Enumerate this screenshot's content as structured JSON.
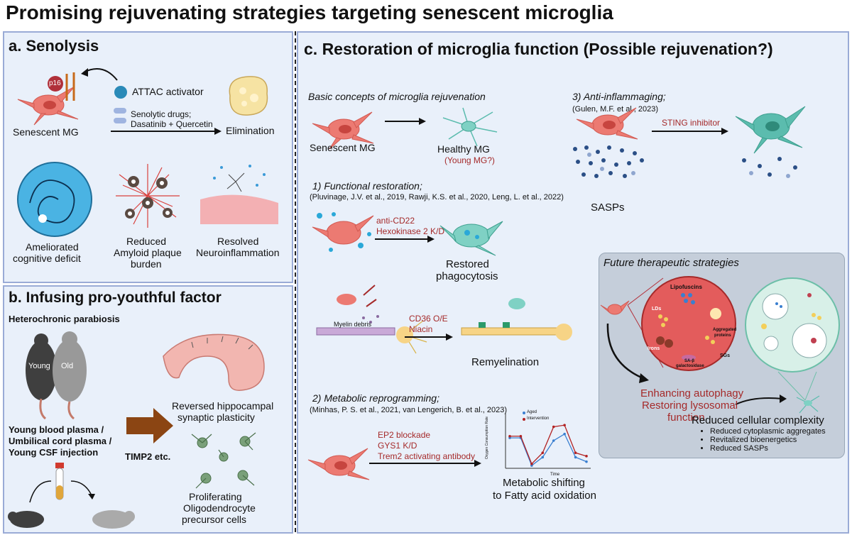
{
  "title": "Promising rejuvenating strategies targeting senescent microglia",
  "panel_a": {
    "title": "a. Senolysis",
    "p16": "p16",
    "attac": "ATTAC activator",
    "drugs_1": "Senolytic drugs;",
    "drugs_2": "Dasatinib + Quercetin",
    "senescent_mg": "Senescent MG",
    "elimination": "Elimination",
    "outcome_1": [
      "Ameliorated",
      "cognitive deficit"
    ],
    "outcome_2": [
      "Reduced",
      "Amyloid plaque",
      "burden"
    ],
    "outcome_3": [
      "Resolved",
      "Neuroinflammation"
    ]
  },
  "panel_b": {
    "title": "b. Infusing pro-youthful factor",
    "parabiosis": "Heterochronic parabiosis",
    "young": "Young",
    "old": "Old",
    "plasma": [
      "Young blood plasma /",
      "Umbilical cord plasma /",
      "Young CSF injection"
    ],
    "timp2": "TIMP2 etc.",
    "hippo": [
      "Reversed hippocampal",
      "synaptic plasticity"
    ],
    "opc": [
      "Proliferating",
      "Oligodendrocyte",
      "precursor cells"
    ]
  },
  "panel_c": {
    "title": "c. Restoration of microglia function (Possible rejuvenation?)",
    "basic": "Basic concepts of microglia rejuvenation",
    "senescent_mg": "Senescent MG",
    "healthy_mg": "Healthy MG",
    "young_mg": "(Young MG?)",
    "s1_title": "1) Functional restoration;",
    "s1_refs": "(Pluvinage, J.V. et al., 2019, Rawji, K.S. et al., 2020, Leng, L. et al., 2022)",
    "anti_cd22": "anti-CD22",
    "hexokinase": "Hexokinase 2 K/D",
    "restored": [
      "Restored",
      "phagocytosis"
    ],
    "myelin": "Myelin debris",
    "cd36": "CD36 O/E",
    "niacin": "Niacin",
    "remyelination": "Remyelination",
    "s2_title": "2) Metabolic reprogramming;",
    "s2_refs": "(Minhas, P. S. et al., 2021, van Lengerich, B. et al., 2023)",
    "ep2": "EP2 blockade",
    "gys1": "GYS1 K/D",
    "trem2": "Trem2 activating antibody",
    "metabolic": [
      "Metabolic shifting",
      "to Fatty acid oxidation"
    ],
    "s3_title": "3) Anti-inflammaging;",
    "s3_refs": "(Gulen, M.F. et al., 2023)",
    "sting": "STING inhibitor",
    "sasps": "SASPs",
    "future_title": "Future therapeutic strategies",
    "lyso_labels": {
      "lipofuscins": "Lipofuscins",
      "lds": "LDs",
      "aggregated": [
        "Aggregated",
        "proteins"
      ],
      "irons": "Irons",
      "sgs": "SGs",
      "sab": [
        "SA-β",
        "galactosidase"
      ]
    },
    "enhancing": [
      "Enhancing autophagy",
      "Restoring lysosomal",
      "function"
    ],
    "reduced_complexity": "Reduced cellular complexity",
    "bullets": [
      "Reduced cytoplasmic aggregates",
      "Revitalized bioenergetics",
      "Reduced SASPs"
    ]
  },
  "chart_data": {
    "type": "line",
    "xlabel": "Time",
    "ylabel": "Oxygen Consumption Rate",
    "series": [
      {
        "name": "Aged",
        "color": "#3a7fd0",
        "values": [
          0.55,
          0.55,
          0.05,
          0.2,
          0.5,
          0.62,
          0.2,
          0.12
        ]
      },
      {
        "name": "Intervention",
        "color": "#b22222",
        "values": [
          0.58,
          0.58,
          0.08,
          0.28,
          0.75,
          0.78,
          0.28,
          0.22
        ]
      }
    ],
    "ylim": [
      0,
      1
    ]
  },
  "colors": {
    "panel_bg": "#e9f0fa",
    "panel_border": "#9aabd6",
    "senescent": "#ec7a72",
    "healthy": "#5bbcae",
    "accent_red": "#a52a2a"
  }
}
